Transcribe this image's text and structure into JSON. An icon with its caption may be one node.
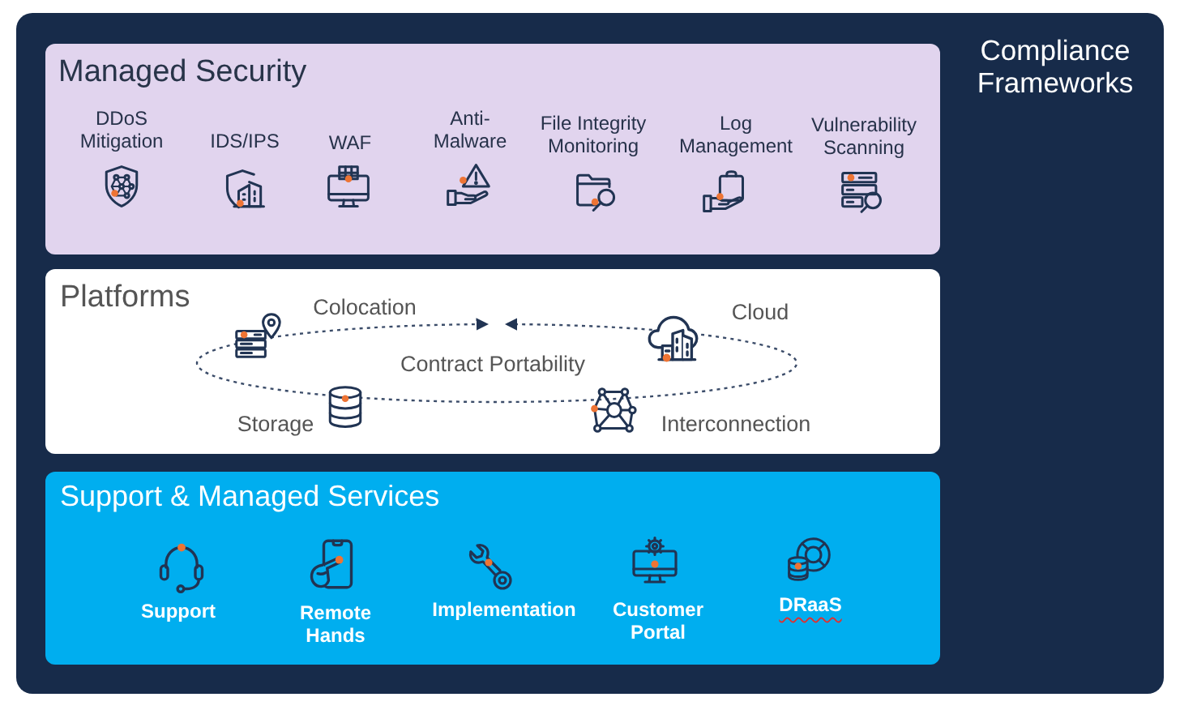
{
  "diagram": {
    "nodes": [
      {
        "text": [
          "Managed Security"
        ]
      },
      {
        "text": [
          "Platforms"
        ]
      },
      {
        "text": [
          "Support & Managed Services"
        ]
      }
    ],
    "labels": [
      "Compliance Frameworks",
      "DDoS Mitigation",
      "IDS/IPS",
      "WAF",
      "Anti-Malware",
      "File Integrity Monitoring",
      "Log Management",
      "Vulnerability Scanning",
      "Colocation",
      "Cloud",
      "Contract Portability",
      "Storage",
      "Interconnection",
      "Support",
      "Remote Hands",
      "Implementation",
      "Customer Portal",
      "DRaaS"
    ]
  }
}
